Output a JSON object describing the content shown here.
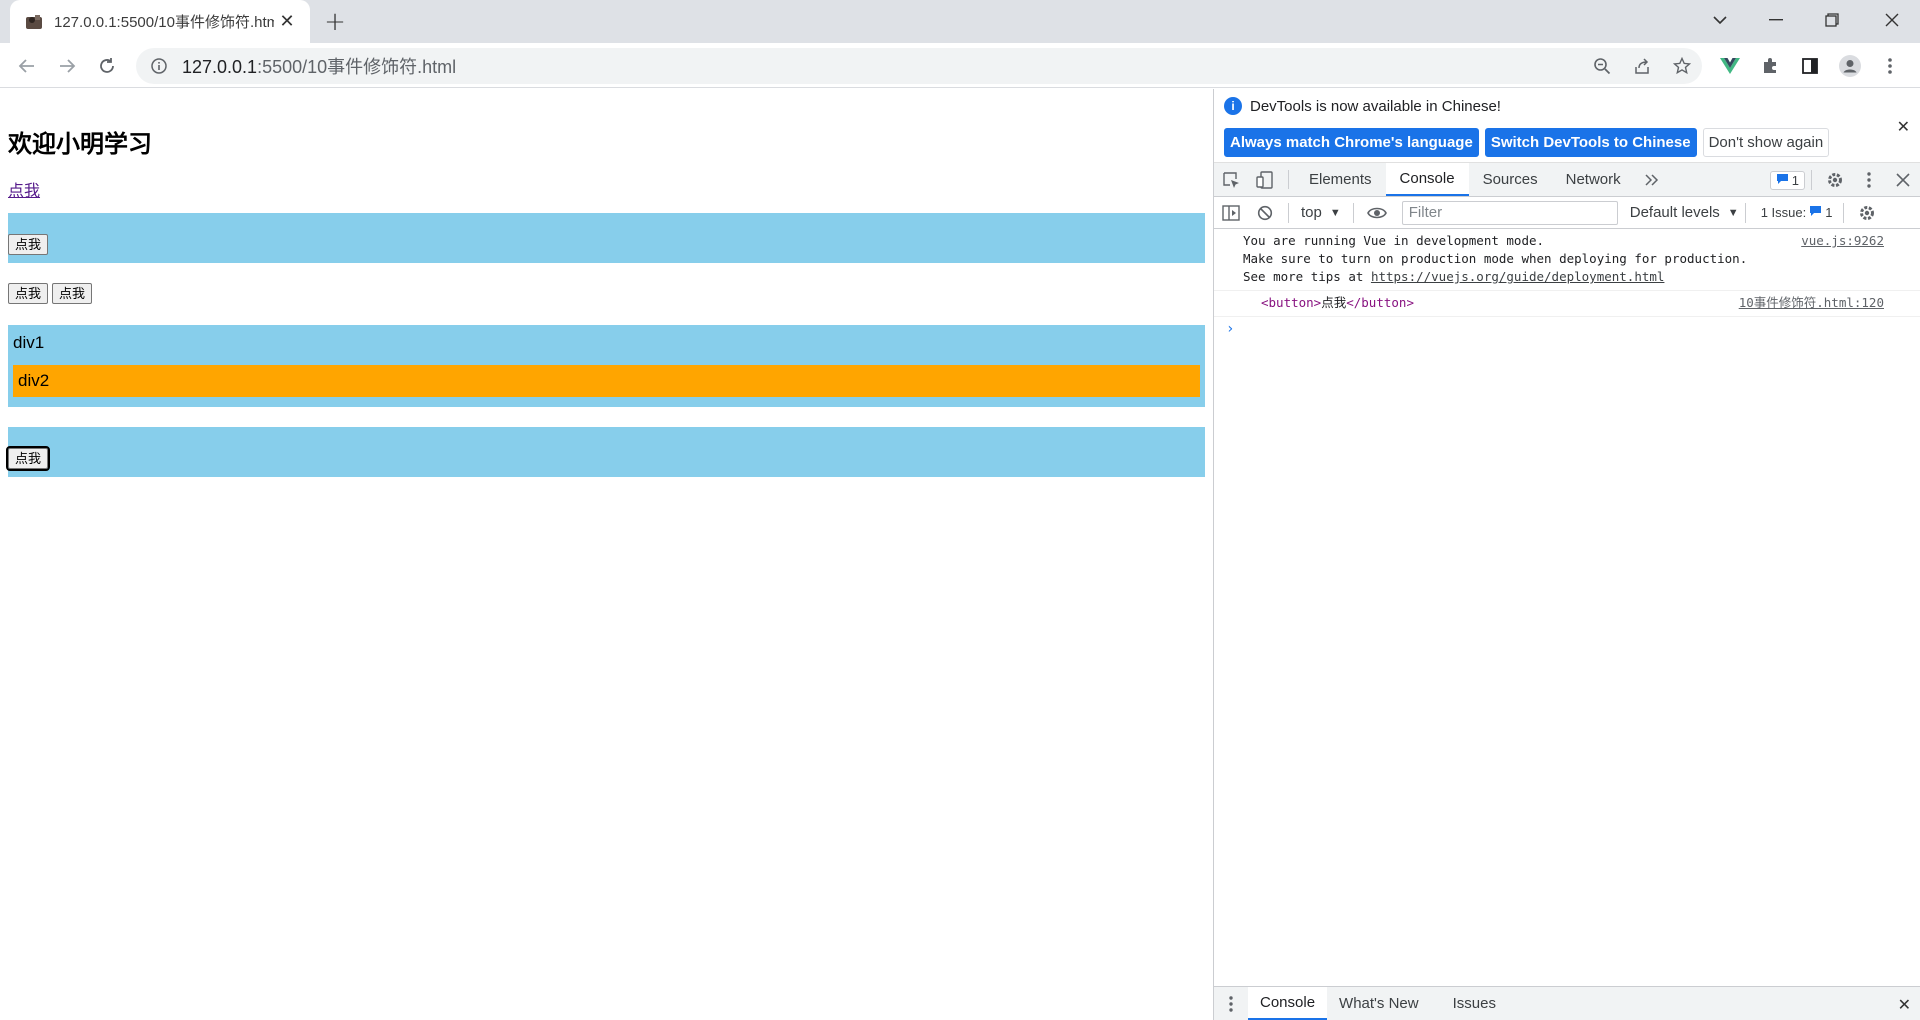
{
  "browser": {
    "tab_title": "127.0.0.1:5500/10事件修饰符.html",
    "new_tab": "+",
    "url_host": "127.0.0.1",
    "url_rest": ":5500/10事件修饰符.html"
  },
  "page": {
    "heading": "欢迎小明学习",
    "link": "点我",
    "box1_button": "点我",
    "row_button_1": "点我",
    "row_button_2": "点我",
    "div1": "div1",
    "div2": "div2",
    "box3_button": "点我",
    "colors": {
      "blue_box": "#87ceeb",
      "orange_box": "#ffa500"
    }
  },
  "devtools": {
    "infobar": {
      "message": "DevTools is now available in Chinese!",
      "btn_match": "Always match Chrome's language",
      "btn_switch": "Switch DevTools to Chinese",
      "btn_dismiss": "Don't show again"
    },
    "tabs": [
      "Elements",
      "Console",
      "Sources",
      "Network"
    ],
    "active_tab": "Console",
    "message_badge": "1",
    "console_toolbar": {
      "context": "top",
      "filter_placeholder": "Filter",
      "levels": "Default levels",
      "issues_label": "1 Issue:",
      "issues_count": "1"
    },
    "messages": {
      "vue_line1": "You are running Vue in development mode.",
      "vue_line2": "Make sure to turn on production mode when deploying for production.",
      "vue_line3_prefix": "See more tips at ",
      "vue_line3_url": "https://vuejs.org/guide/deployment.html",
      "vue_source": "vue.js:9262",
      "log_tag_open": "<button>",
      "log_text": "点我",
      "log_tag_close": "</button>",
      "log_source": "10事件修饰符.html:120"
    },
    "prompt": "›",
    "drawer_tabs": [
      "Console",
      "What's New",
      "Issues"
    ]
  }
}
